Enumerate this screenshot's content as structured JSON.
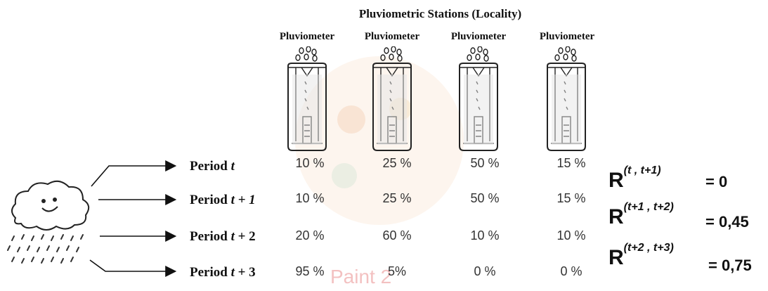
{
  "title": "Pluviometric Stations (Locality)",
  "gauge_label": "Pluviometer",
  "periods": [
    {
      "word": "Period",
      "var": "t",
      "suffix": ""
    },
    {
      "word": "Period",
      "var": "t",
      "suffix": " + 1"
    },
    {
      "word": "Period",
      "var": "t",
      "suffix": " + 2"
    },
    {
      "word": "Period",
      "var": "t",
      "suffix": " + 3"
    }
  ],
  "values": [
    [
      "10 %",
      "25 %",
      "50 %",
      "15 %"
    ],
    [
      "10 %",
      "25 %",
      "50 %",
      "15 %"
    ],
    [
      "20 %",
      "60 %",
      "10 %",
      "10 %"
    ],
    [
      "95 %",
      "5%",
      "0 %",
      "0 %"
    ]
  ],
  "correlations": [
    {
      "symbol": "R",
      "sup": "(t , t+1)",
      "value": "= 0"
    },
    {
      "symbol": "R",
      "sup": "(t+1 , t+2)",
      "value": "= 0,45"
    },
    {
      "symbol": "R",
      "sup": "(t+2 , t+3)",
      "value": "= 0,75"
    }
  ],
  "watermark": "Paint 2",
  "icons": [
    "rain-cloud-icon",
    "pluviometer-icon",
    "arrow-icon"
  ]
}
